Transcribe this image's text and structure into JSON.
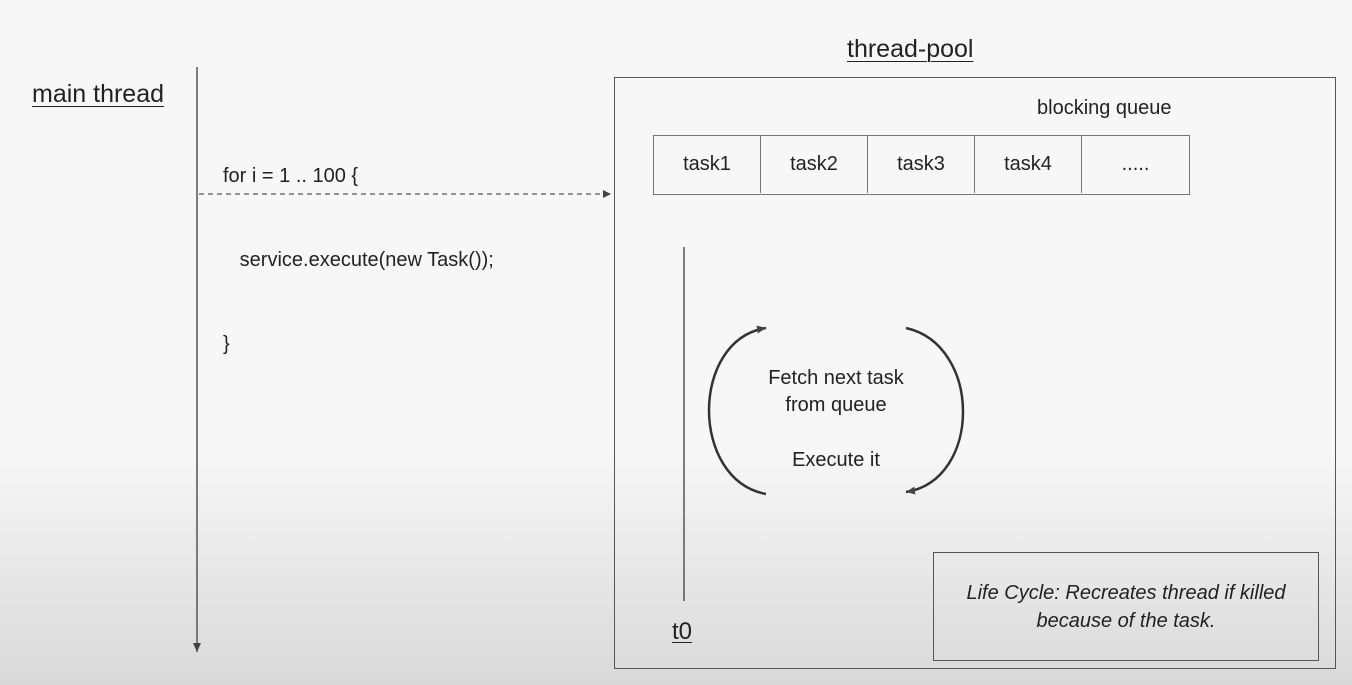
{
  "main_thread": {
    "label": "main thread"
  },
  "code": {
    "lines": [
      "for i = 1 .. 100 {",
      "   service.execute(new Task());",
      "}"
    ]
  },
  "thread_pool": {
    "label": "thread-pool",
    "queue_label": "blocking queue",
    "queue_cells": [
      "task1",
      "task2",
      "task3",
      "task4",
      "....."
    ],
    "loop": {
      "line1": "Fetch next task",
      "line2": "from queue",
      "line3": "Execute it"
    },
    "time_label": "t0",
    "lifecycle_note": "Life Cycle: Recreates thread if killed because of the task."
  }
}
